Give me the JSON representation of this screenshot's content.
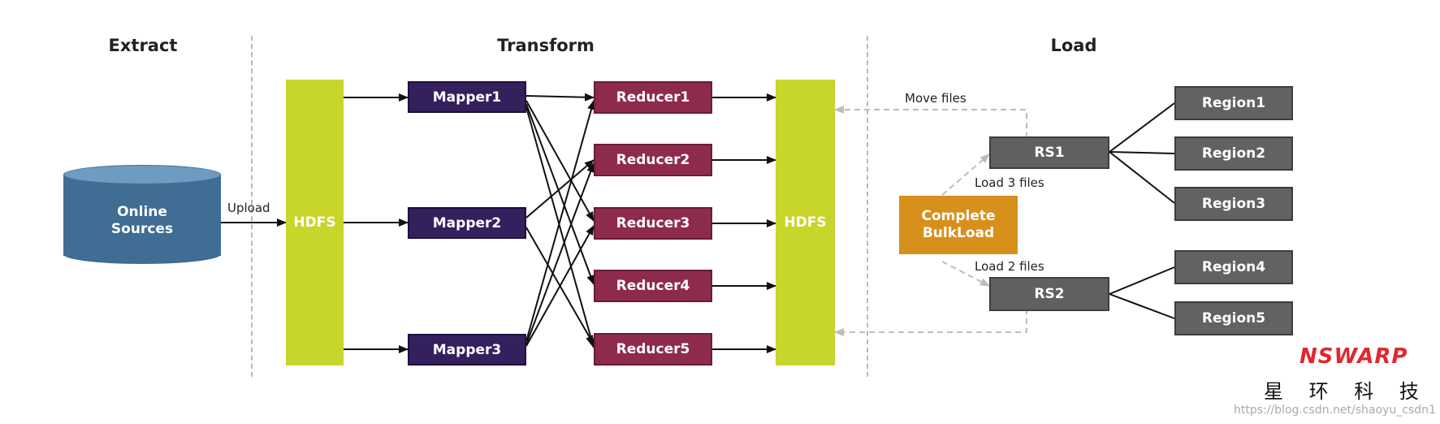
{
  "sections": {
    "extract": "Extract",
    "transform": "Transform",
    "load": "Load"
  },
  "source": {
    "line1": "Online",
    "line2": "Sources"
  },
  "upload_label": "Upload",
  "hdfs_left": "HDFS",
  "hdfs_right": "HDFS",
  "mappers": [
    "Mapper1",
    "Mapper2",
    "Mapper3"
  ],
  "reducers": [
    "Reducer1",
    "Reducer2",
    "Reducer3",
    "Reducer4",
    "Reducer5"
  ],
  "move_files_label": "Move files",
  "bulkload": {
    "line1": "Complete",
    "line2": "BulkLoad"
  },
  "load3_label": "Load 3 files",
  "load2_label": "Load 2 files",
  "region_servers": [
    "RS1",
    "RS2"
  ],
  "regions": [
    "Region1",
    "Region2",
    "Region3",
    "Region4",
    "Region5"
  ],
  "logo": {
    "text": "NSWARP",
    "chinese": "星 环 科 技"
  },
  "watermark": "https://blog.csdn.net/shaoyu_csdn1",
  "colors": {
    "hdfs": "#c8d52a",
    "mapper": "#35205e",
    "reducer": "#8e2b4b",
    "region_server": "#606060",
    "region": "#626262",
    "bulkload": "#d8901c",
    "database": "#3f6d93",
    "logo": "#e0282e"
  }
}
